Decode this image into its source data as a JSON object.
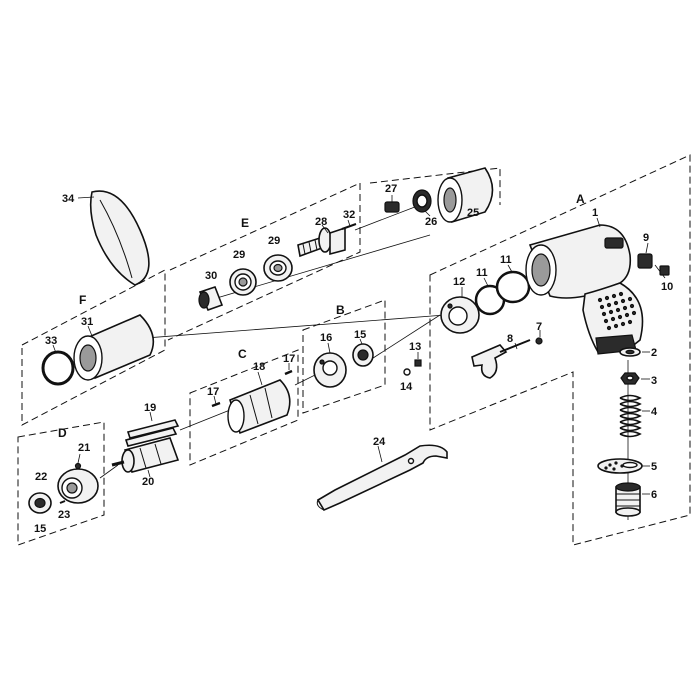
{
  "groups": {
    "A": "A",
    "B": "B",
    "C": "C",
    "D": "D",
    "E": "E",
    "F": "F"
  },
  "parts": {
    "p1": "1",
    "p2": "2",
    "p3": "3",
    "p4": "4",
    "p5": "5",
    "p6": "6",
    "p7": "7",
    "p8": "8",
    "p9": "9",
    "p10": "10",
    "p11a": "11",
    "p11b": "11",
    "p12": "12",
    "p13": "13",
    "p14": "14",
    "p15a": "15",
    "p15b": "15",
    "p16": "16",
    "p17a": "17",
    "p17b": "17",
    "p18": "18",
    "p19": "19",
    "p20": "20",
    "p21": "21",
    "p22": "22",
    "p23": "23",
    "p24": "24",
    "p25": "25",
    "p26": "26",
    "p27": "27",
    "p28": "28",
    "p29a": "29",
    "p29b": "29",
    "p30": "30",
    "p31": "31",
    "p32": "32",
    "p33": "33",
    "p34": "34"
  }
}
